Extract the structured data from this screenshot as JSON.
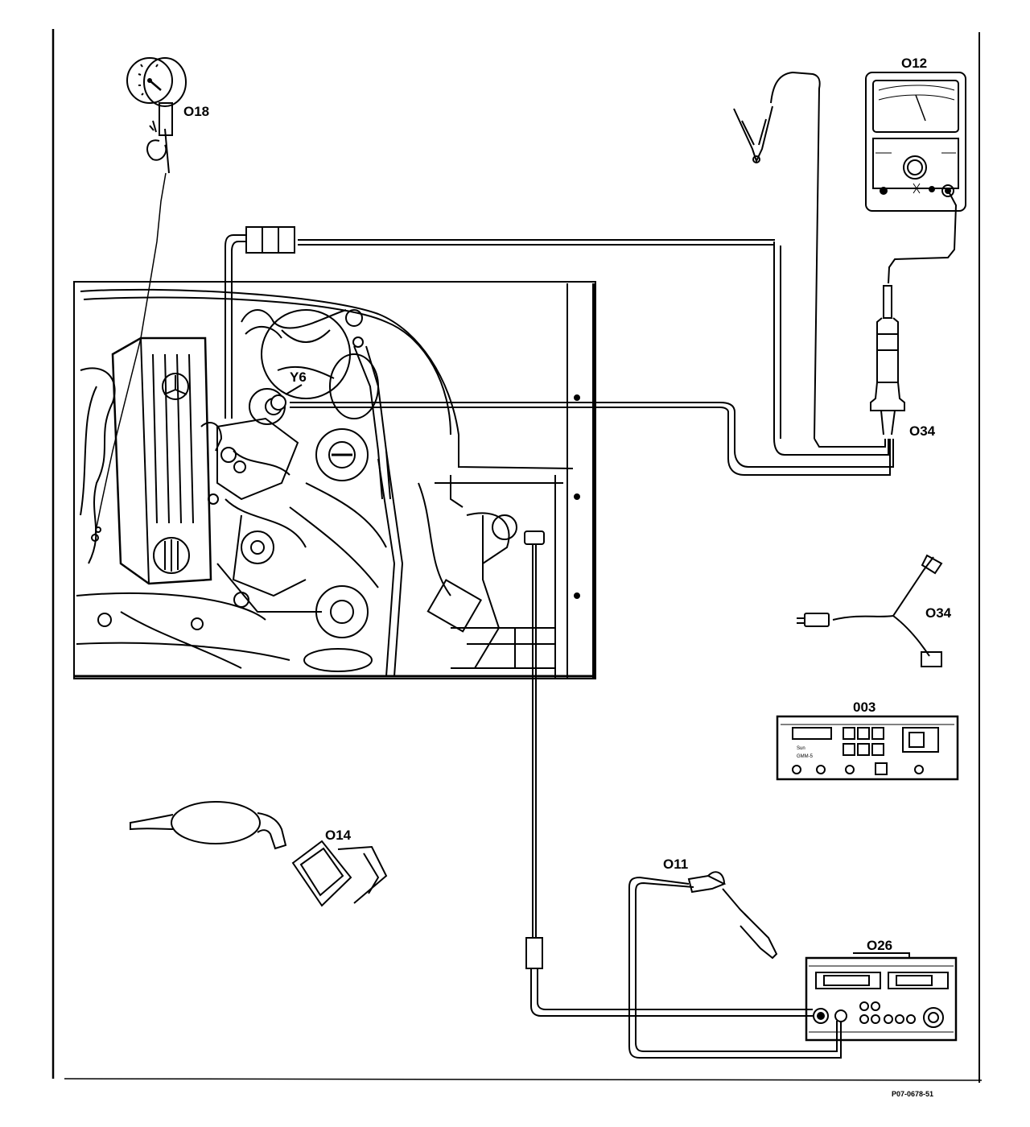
{
  "labels": {
    "o18": "O18",
    "o12": "O12",
    "y6": "Y6",
    "o34_top": "O34",
    "o34_adapter": "O34",
    "o03": "003",
    "o14": "O14",
    "o11": "O11",
    "o26": "O26"
  },
  "device_text": {
    "o03_brand": "Sun",
    "o03_model": "GMM-5"
  },
  "reference": "P07-0678-51",
  "icons": [
    "vacuum-gauge-icon",
    "multimeter-icon",
    "alligator-clip-icon",
    "inductive-pickup-icon",
    "y-adapter-cable-icon",
    "tester-003-icon",
    "engine-compartment-icon",
    "vacuum-pump-icon",
    "probe-clip-icon",
    "tester-026-icon"
  ],
  "colors": {
    "line": "#000000",
    "background": "#ffffff"
  }
}
